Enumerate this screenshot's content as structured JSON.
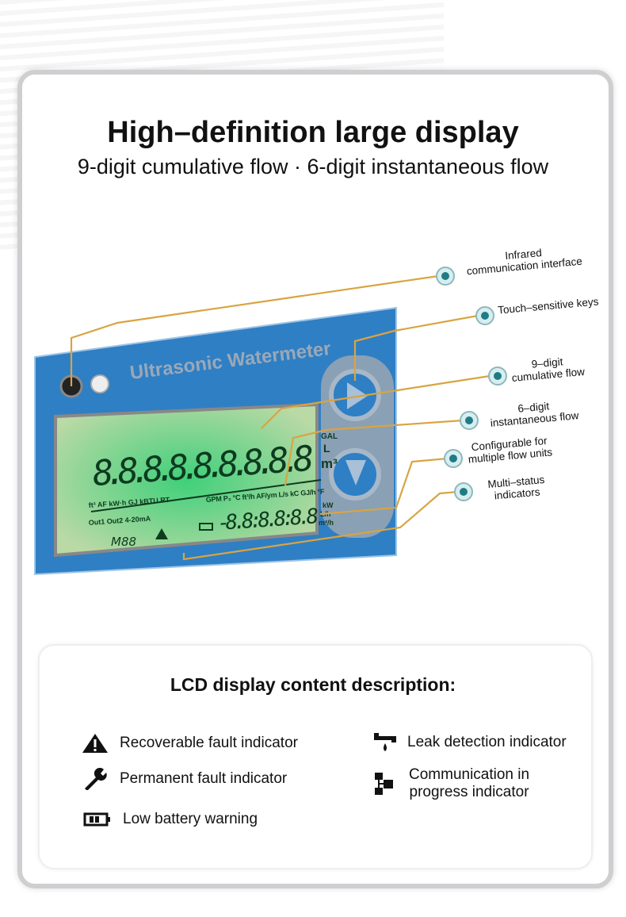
{
  "header": {
    "title": "High–definition large display",
    "subtitle": "9-digit cumulative flow · 6-digit instantaneous flow"
  },
  "device": {
    "brand": "Ultrasonic Watermeter",
    "cumulative_digits": "8.8.8.8.8.8.8.8.8",
    "cumulative_units": [
      "GAL",
      "L",
      "m³"
    ],
    "instant_digits": "-8.8:8.8:8.8",
    "instant_units": [
      "kW",
      "L/h",
      "m³/h"
    ],
    "unit_row_left": "ft³ AF kW·h GJ kBTU RT",
    "unit_row_right": "GPM P₃ °C ft³/h AF/ym L/s kC GJ/h °F",
    "outputs": "Out1 Out2 4-20mA",
    "mode": "M88",
    "colors": {
      "panel": "#2f7fc4",
      "lcd": "#b9d9a5",
      "callout_line": "#d9a441",
      "marker": "#1f7c86"
    }
  },
  "callouts": [
    {
      "label": "Infrared\ncommunication interface"
    },
    {
      "label": "Touch–sensitive keys"
    },
    {
      "label": "9–digit\ncumulative flow"
    },
    {
      "label": "6–digit\ninstantaneous flow"
    },
    {
      "label": "Configurable for\nmultiple flow units"
    },
    {
      "label": "Multi–status\nindicators"
    }
  ],
  "legend": {
    "title": "LCD display content description:",
    "items": [
      {
        "icon": "warning-triangle-icon",
        "label": "Recoverable fault indicator"
      },
      {
        "icon": "wrench-icon",
        "label": "Permanent fault indicator"
      },
      {
        "icon": "battery-icon",
        "label": "Low battery warning"
      },
      {
        "icon": "leak-pipe-icon",
        "label": "Leak detection indicator"
      },
      {
        "icon": "communication-icon",
        "label": "Communication in\nprogress indicator"
      }
    ]
  }
}
